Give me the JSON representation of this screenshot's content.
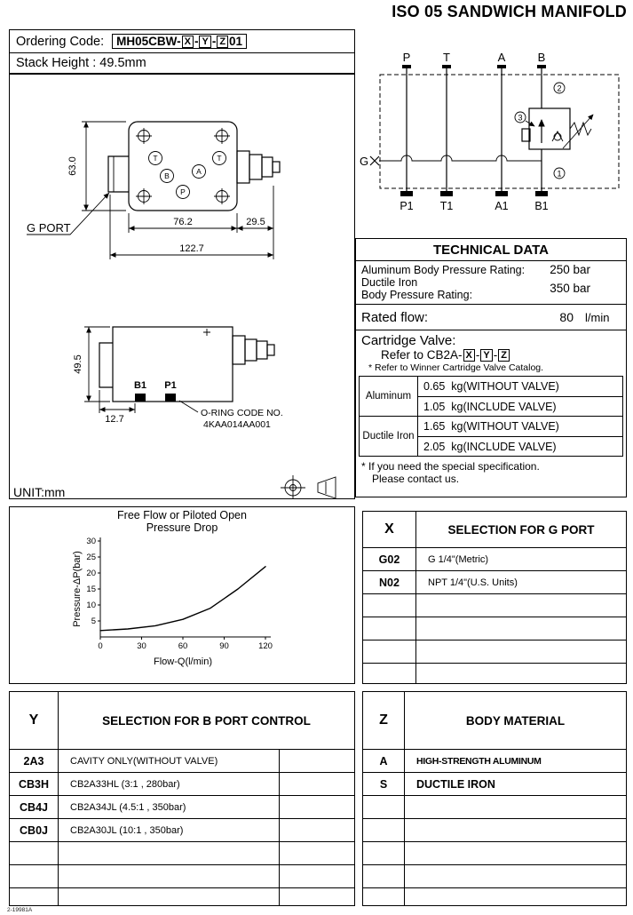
{
  "page": {
    "title": "ISO 05 SANDWICH MANIFOLD",
    "unit_label": "UNIT:mm",
    "footer_code": "2-19981A"
  },
  "ordering": {
    "label": "Ordering Code:",
    "code_prefix": "MH05CBW-",
    "sep": "-",
    "code_x": "X",
    "code_y": "Y",
    "code_z": "Z",
    "code_suffix": "01",
    "stack_height_label": "Stack Height : 49.5mm"
  },
  "drawing_top": {
    "dim_height": "63.0",
    "dim_body_width": "76.2",
    "dim_valve_width": "29.5",
    "dim_total_width": "122.7",
    "g_port_label": "G PORT",
    "ports": [
      "T",
      "T",
      "B",
      "A",
      "P"
    ]
  },
  "drawing_side": {
    "dim_height": "49.5",
    "dim_offset": "12.7",
    "port_b1": "B1",
    "port_p1": "P1",
    "oring_label_1": "O-RING CODE NO.",
    "oring_label_2": "4KAA014AA001"
  },
  "schematic": {
    "top_ports": [
      "P",
      "T",
      "A",
      "B"
    ],
    "bottom_ports": [
      "P1",
      "T1",
      "A1",
      "B1"
    ],
    "g_label": "G",
    "marker_top": "2",
    "marker_mid": "3",
    "marker_bottom": "1"
  },
  "technical": {
    "title": "TECHNICAL DATA",
    "aluminum_rating_label": "Aluminum Body Pressure Rating:",
    "aluminum_rating_value": "250 bar",
    "ductile_rating_label_1": "Ductile Iron",
    "ductile_rating_label_2": "Body Pressure Rating:",
    "ductile_rating_value": "350 bar",
    "rated_flow_label": "Rated flow:",
    "rated_flow_value": "80",
    "rated_flow_unit": "l/min",
    "cartridge_label": "Cartridge Valve:",
    "cartridge_refer_prefix": "Refer to CB2A-",
    "cartridge_note": "* Refer to Winner Cartridge Valve Catalog.",
    "weights": [
      {
        "material": "Aluminum",
        "rows": [
          "0.65  kg(WITHOUT VALVE)",
          "1.05  kg(INCLUDE VALVE)"
        ]
      },
      {
        "material": "Ductile Iron",
        "rows": [
          "1.65  kg(WITHOUT VALVE)",
          "2.05  kg(INCLUDE VALVE)"
        ]
      }
    ],
    "note_1": "* If you need the special specification.",
    "note_2": "Please contact us."
  },
  "chart_data": {
    "type": "line",
    "title": "Free Flow or Piloted Open Pressure Drop",
    "title_lines": [
      "Free Flow or Piloted Open",
      "Pressure Drop"
    ],
    "xlabel": "Flow-Q(l/min)",
    "ylabel": "Pressure-ΔP(bar)",
    "xlim": [
      0,
      120
    ],
    "ylim": [
      0,
      30
    ],
    "x_ticks": [
      0,
      30,
      60,
      90,
      120
    ],
    "y_ticks": [
      5,
      10,
      15,
      20,
      25,
      30
    ],
    "grid": false,
    "legend": false,
    "series": [
      {
        "name": "pressure-drop",
        "x": [
          0,
          20,
          40,
          60,
          80,
          100,
          120
        ],
        "y": [
          2,
          2.5,
          3.5,
          5.5,
          9,
          15,
          22
        ]
      }
    ]
  },
  "table_x": {
    "code_header": "X",
    "title": "SELECTION FOR G PORT",
    "rows": [
      {
        "code": "G02",
        "desc": "G 1/4\"(Metric)"
      },
      {
        "code": "N02",
        "desc": "NPT 1/4\"(U.S. Units)"
      }
    ],
    "empty_rows": 4
  },
  "table_y": {
    "code_header": "Y",
    "title": "SELECTION FOR B PORT CONTROL",
    "rows": [
      {
        "code": "2A3",
        "desc": "CAVITY ONLY(WITHOUT VALVE)"
      },
      {
        "code": "CB3H",
        "desc": "CB2A33HL (3:1 , 280bar)"
      },
      {
        "code": "CB4J",
        "desc": "CB2A34JL (4.5:1 , 350bar)"
      },
      {
        "code": "CB0J",
        "desc": "CB2A30JL (10:1 , 350bar)"
      }
    ],
    "empty_rows": 3
  },
  "table_z": {
    "code_header": "Z",
    "title": "BODY MATERIAL",
    "rows": [
      {
        "code": "A",
        "desc": "HIGH-STRENGTH ALUMINUM"
      },
      {
        "code": "S",
        "desc": "DUCTILE IRON"
      }
    ],
    "empty_rows": 5
  }
}
